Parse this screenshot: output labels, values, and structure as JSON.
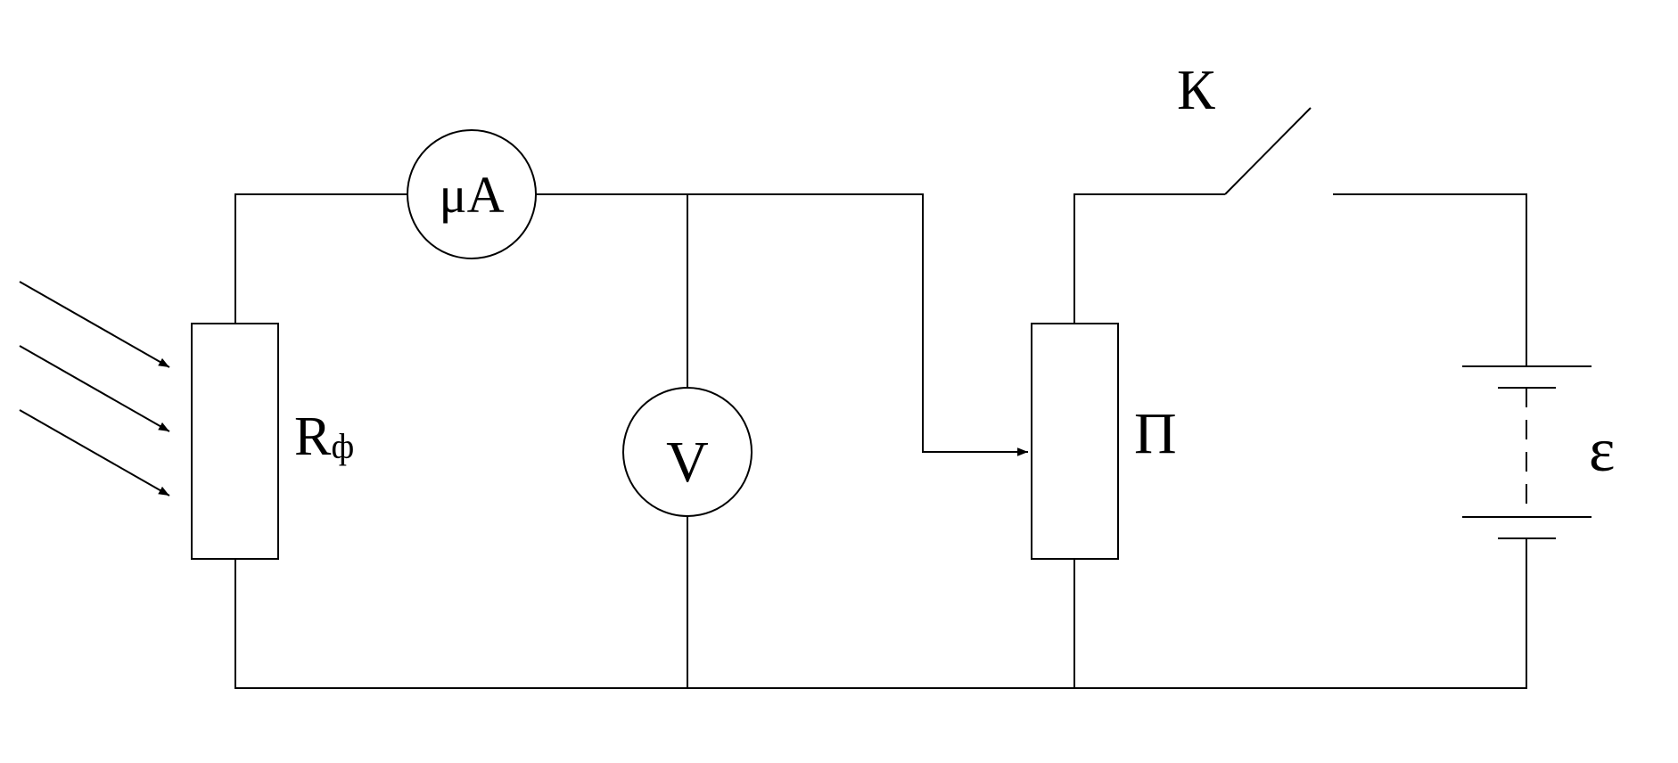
{
  "labels": {
    "microammeter": "μA",
    "voltmeter": "V",
    "photoresistor_R": "R",
    "photoresistor_sub": "ф",
    "potentiometer": "П",
    "switch": "К",
    "emf": "ε"
  }
}
